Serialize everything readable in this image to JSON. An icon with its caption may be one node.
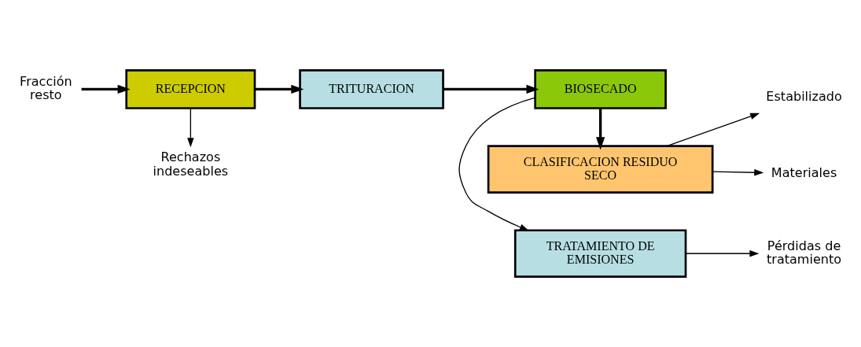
{
  "diagram": {
    "nodes": [
      {
        "text": [
          "Fracción resto"
        ]
      },
      {
        "text": [
          "RECEPCION"
        ]
      },
      {
        "text": [
          "TRITURACION"
        ]
      },
      {
        "text": [
          "BIOSECADO"
        ]
      },
      {
        "text": [
          "TRATAMIENTO DE EMISIONES"
        ]
      },
      {
        "text": [
          "Pérdidas de tratamiento"
        ]
      },
      {
        "text": [
          "Rechazos indeseables"
        ]
      },
      {
        "text": [
          "CLASIFICACION RESIDUO SECO"
        ]
      },
      {
        "text": [
          "Materiales"
        ]
      },
      {
        "text": [
          "Estabilizado"
        ]
      }
    ],
    "edges": [
      {
        "from": 0,
        "to": 1,
        "arrow": "to",
        "style": "thick"
      },
      {
        "from": 1,
        "to": 2,
        "arrow": "to",
        "style": "thick"
      },
      {
        "from": 2,
        "to": 3,
        "arrow": "to",
        "style": "thick"
      },
      {
        "from": 3,
        "to": 4,
        "arrow": "to"
      },
      {
        "from": 4,
        "to": 5,
        "arrow": "to"
      },
      {
        "from": 1,
        "to": 6,
        "arrow": "to"
      },
      {
        "from": 3,
        "to": 7,
        "arrow": "to",
        "style": "thick"
      },
      {
        "from": 7,
        "to": 8,
        "arrow": "to"
      },
      {
        "from": 7,
        "to": 9,
        "arrow": "to"
      }
    ]
  }
}
